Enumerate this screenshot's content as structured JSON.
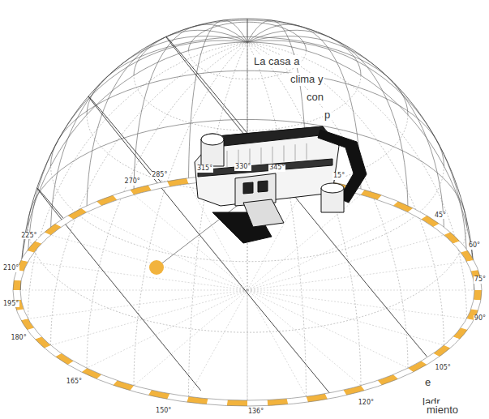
{
  "diagram": {
    "labels": [
      "La casa a",
      "clima y",
      "con",
      "p",
      "e",
      "ladr",
      "miento",
      "270°",
      "285°",
      "315°",
      "330°",
      "345°",
      "15°",
      "45°",
      "60°",
      "75°",
      "90°",
      "105°",
      "120°",
      "136°",
      "150°",
      "165°",
      "180°",
      "195°",
      "210°",
      "225°"
    ]
  }
}
